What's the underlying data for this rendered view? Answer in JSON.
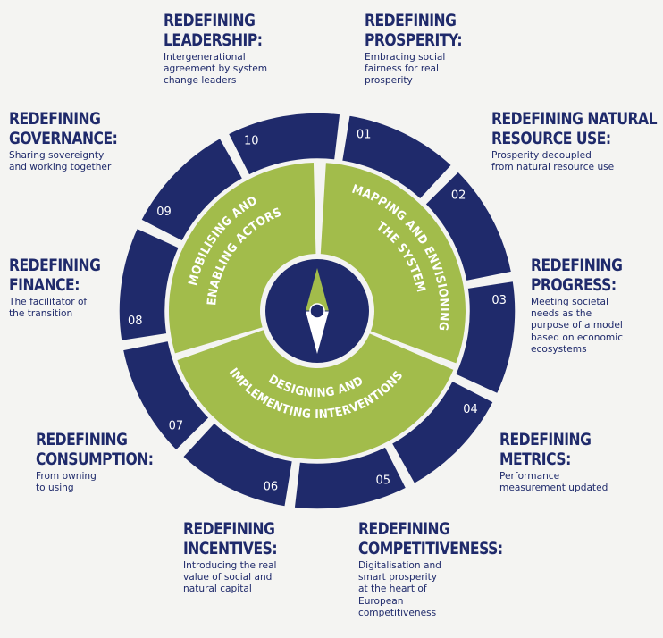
{
  "colors": {
    "navy": "#1f2a6b",
    "green": "#a2bc4b",
    "background": "#f4f4f2"
  },
  "icon": "compass-needle-icon",
  "phases": [
    {
      "id": "mapping",
      "lines": [
        "MAPPING AND ENVISIONING",
        "THE SYSTEM"
      ]
    },
    {
      "id": "designing",
      "lines": [
        "DESIGNING AND",
        "IMPLEMENTING INTERVENTIONS"
      ]
    },
    {
      "id": "mobilising",
      "lines": [
        "MOBILISING AND",
        "ENABLING ACTORS"
      ]
    }
  ],
  "segments": [
    {
      "num": "01",
      "title": [
        "REDEFINING",
        "PROSPERITY:"
      ],
      "desc": [
        "Embracing social",
        "fairness for real",
        "prosperity"
      ]
    },
    {
      "num": "02",
      "title": [
        "REDEFINING NATURAL",
        "RESOURCE USE:"
      ],
      "desc": [
        "Prosperity decoupled",
        "from natural resource use"
      ]
    },
    {
      "num": "03",
      "title": [
        "REDEFINING",
        "PROGRESS:"
      ],
      "desc": [
        "Meeting societal",
        "needs as the",
        "purpose of a model",
        "based on economic",
        "ecosystems"
      ]
    },
    {
      "num": "04",
      "title": [
        "REDEFINING",
        "METRICS:"
      ],
      "desc": [
        "Performance",
        "measurement updated"
      ]
    },
    {
      "num": "05",
      "title": [
        "REDEFINING",
        "COMPETITIVENESS:"
      ],
      "desc": [
        "Digitalisation and",
        "smart prosperity",
        "at the heart of",
        "European",
        "competitiveness"
      ]
    },
    {
      "num": "06",
      "title": [
        "REDEFINING",
        "INCENTIVES:"
      ],
      "desc": [
        "Introducing the real",
        "value of social and",
        "natural capital"
      ]
    },
    {
      "num": "07",
      "title": [
        "REDEFINING",
        "CONSUMPTION:"
      ],
      "desc": [
        "From owning",
        "to using"
      ]
    },
    {
      "num": "08",
      "title": [
        "REDEFINING",
        "FINANCE:"
      ],
      "desc": [
        "The facilitator of",
        "the transition"
      ]
    },
    {
      "num": "09",
      "title": [
        "REDEFINING",
        "GOVERNANCE:"
      ],
      "desc": [
        "Sharing sovereignty",
        "and working together"
      ]
    },
    {
      "num": "10",
      "title": [
        "REDEFINING",
        "LEADERSHIP:"
      ],
      "desc": [
        "Intergenerational",
        "agreement by system",
        "change leaders"
      ]
    }
  ]
}
